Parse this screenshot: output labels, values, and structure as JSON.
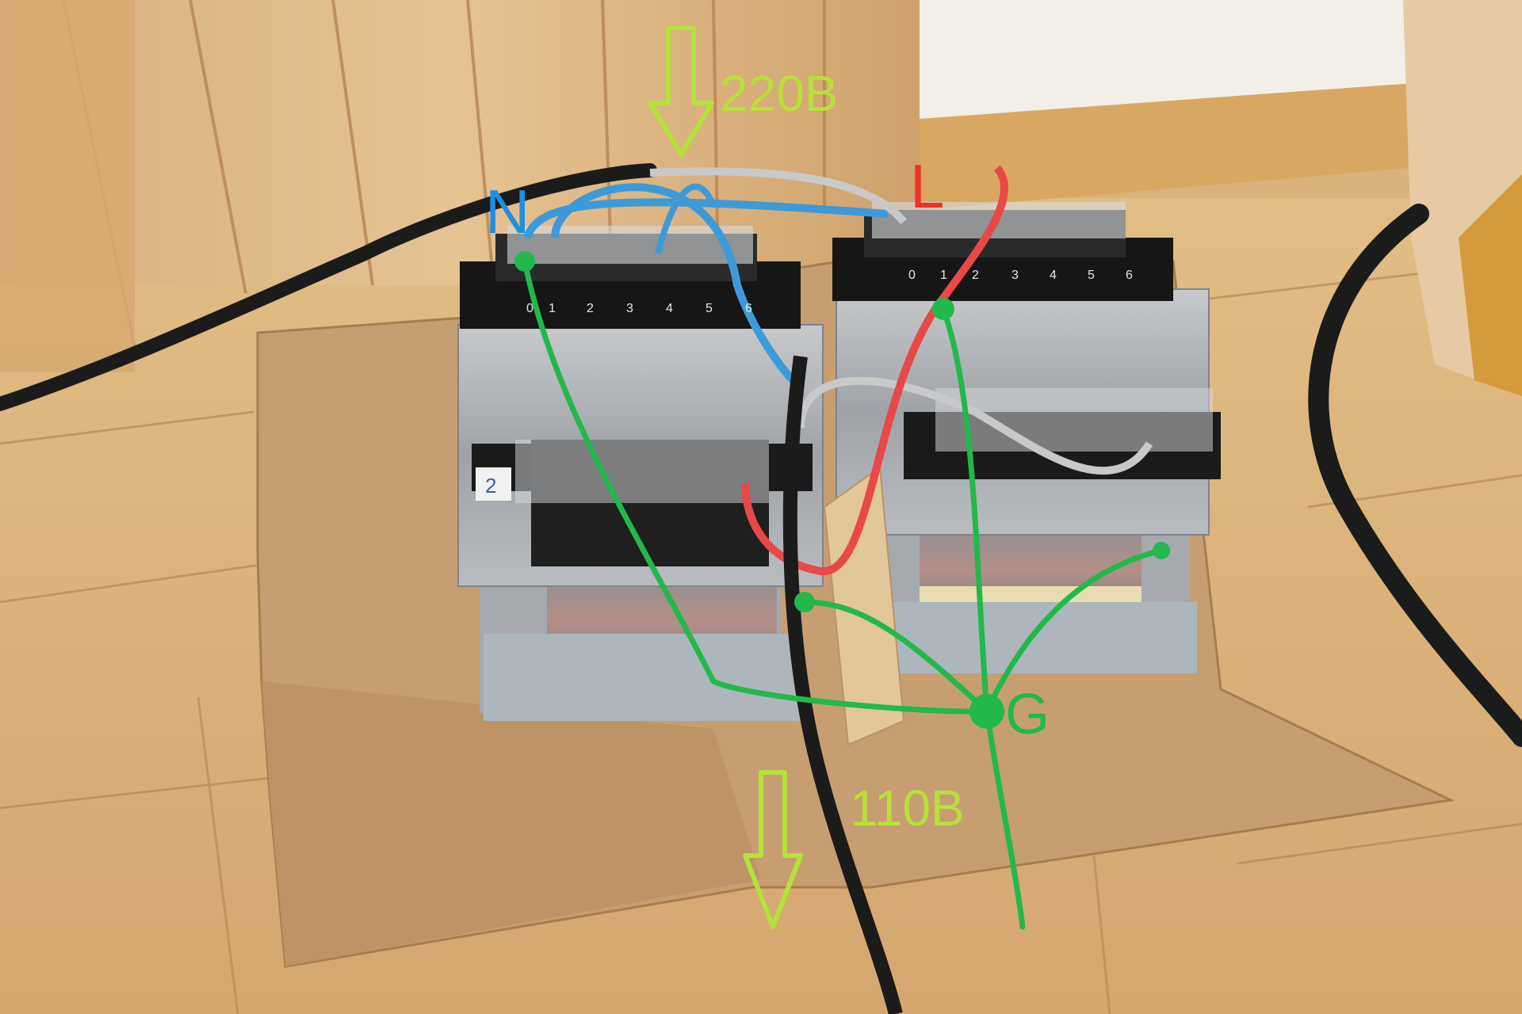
{
  "labels": {
    "input_voltage": "220B",
    "output_voltage": "110B",
    "neutral": "N",
    "line": "L",
    "ground": "G",
    "transformer_tag": "2"
  },
  "terminal_numbers": [
    "0",
    "1",
    "2",
    "3",
    "4",
    "5",
    "6"
  ],
  "colors": {
    "annotation_green": "#22b84c",
    "arrow_yellow_green": "#b5e23b",
    "voltage_text": "#b9e03a",
    "neutral_blue": "#1e8fe0",
    "line_red": "#f0302a",
    "wire_blue": "#3d9ad8",
    "wire_red": "#e84848",
    "wire_gray": "#c9c9c9",
    "cable_black": "#1b1b1b"
  },
  "icons": [
    "arrow-down-icon"
  ]
}
